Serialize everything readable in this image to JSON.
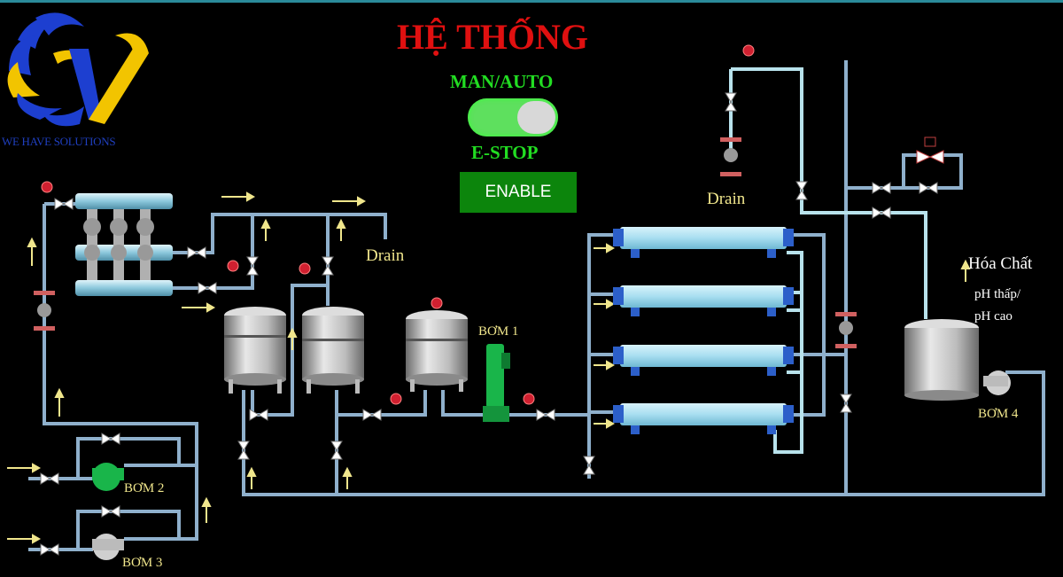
{
  "header": {
    "title": "HỆ THỐNG",
    "man_auto_label": "MAN/AUTO",
    "estop_label": "E-STOP",
    "enable_label": "ENABLE"
  },
  "logo": {
    "text": "WE HAVE SOLUTIONS"
  },
  "labels": {
    "drain1": "Drain",
    "drain2": "Drain",
    "bom1": "BƠM 1",
    "bom2": "BƠM 2",
    "bom3": "BƠM 3",
    "bom4": "BƠM 4",
    "hoa_chat": "Hóa Chất",
    "ph_thap": "pH thấp/",
    "ph_cao": "pH cao"
  },
  "colors": {
    "pipe": "#8fb0cc",
    "pipe_light": "#b8e2ec",
    "title": "#e01010",
    "status_green": "#22dd22",
    "toggle_on": "#5ee05e",
    "enable_bg": "#0c850c",
    "label_yellow": "#f0e68c",
    "pump_green": "#19b54a",
    "membrane": "#a8def0",
    "tank": "#c8c8c8"
  },
  "toggle": {
    "state": "on"
  }
}
